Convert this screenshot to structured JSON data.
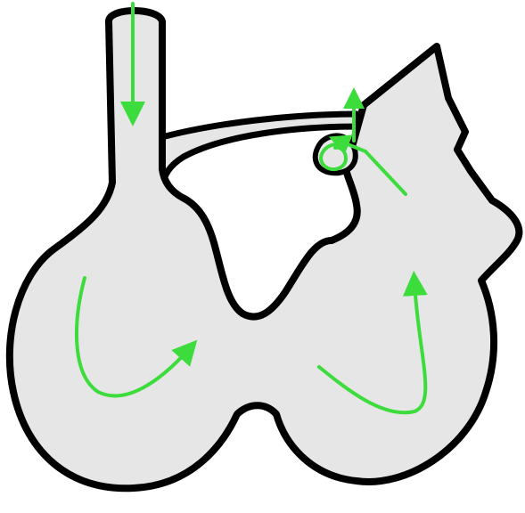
{
  "diagram": {
    "colors": {
      "background": "#ffffff",
      "body_fill": "#e6e6e6",
      "outline": "#000000",
      "arrow": "#3ddc3d"
    },
    "elements": [
      {
        "name": "main-body-shape",
        "kind": "filled-outlined-shape"
      },
      {
        "name": "bridge-duct-shape",
        "kind": "filled-outlined-shape"
      },
      {
        "name": "small-bulb-shape",
        "kind": "filled-outlined-shape"
      },
      {
        "name": "flow-arrow-down-stem",
        "kind": "arrow",
        "direction": "down"
      },
      {
        "name": "flow-arrow-left-lobe",
        "kind": "arrow",
        "direction": "right-up"
      },
      {
        "name": "flow-arrow-right-lobe",
        "kind": "arrow",
        "direction": "up"
      },
      {
        "name": "flow-arrow-up-vent",
        "kind": "arrow",
        "direction": "up"
      },
      {
        "name": "flow-arrow-into-bulb",
        "kind": "arrow",
        "direction": "left"
      },
      {
        "name": "flow-loop-in-bulb",
        "kind": "loop"
      }
    ]
  }
}
